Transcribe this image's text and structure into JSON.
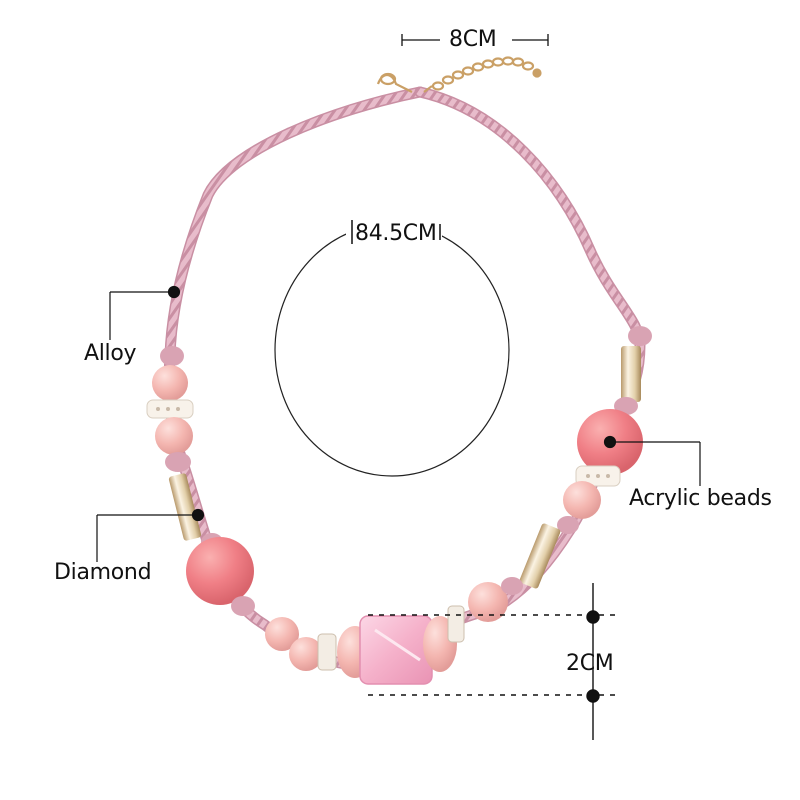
{
  "dimensions": {
    "clasp_width": "8CM",
    "length": "84.5CM",
    "pendant_height": "2CM"
  },
  "callouts": {
    "alloy": "Alloy",
    "diamond": "Diamond",
    "acrylic": "Acrylic beads"
  },
  "colors": {
    "cord": "#e6b8c6",
    "cord_shadow": "#c98fa2",
    "bead_light": "#f5bdb7",
    "bead_coral": "#f07f86",
    "tube_gold": "#e7d6b4",
    "cube_pink": "#f6b6cf",
    "chain_gold": "#caa066"
  }
}
